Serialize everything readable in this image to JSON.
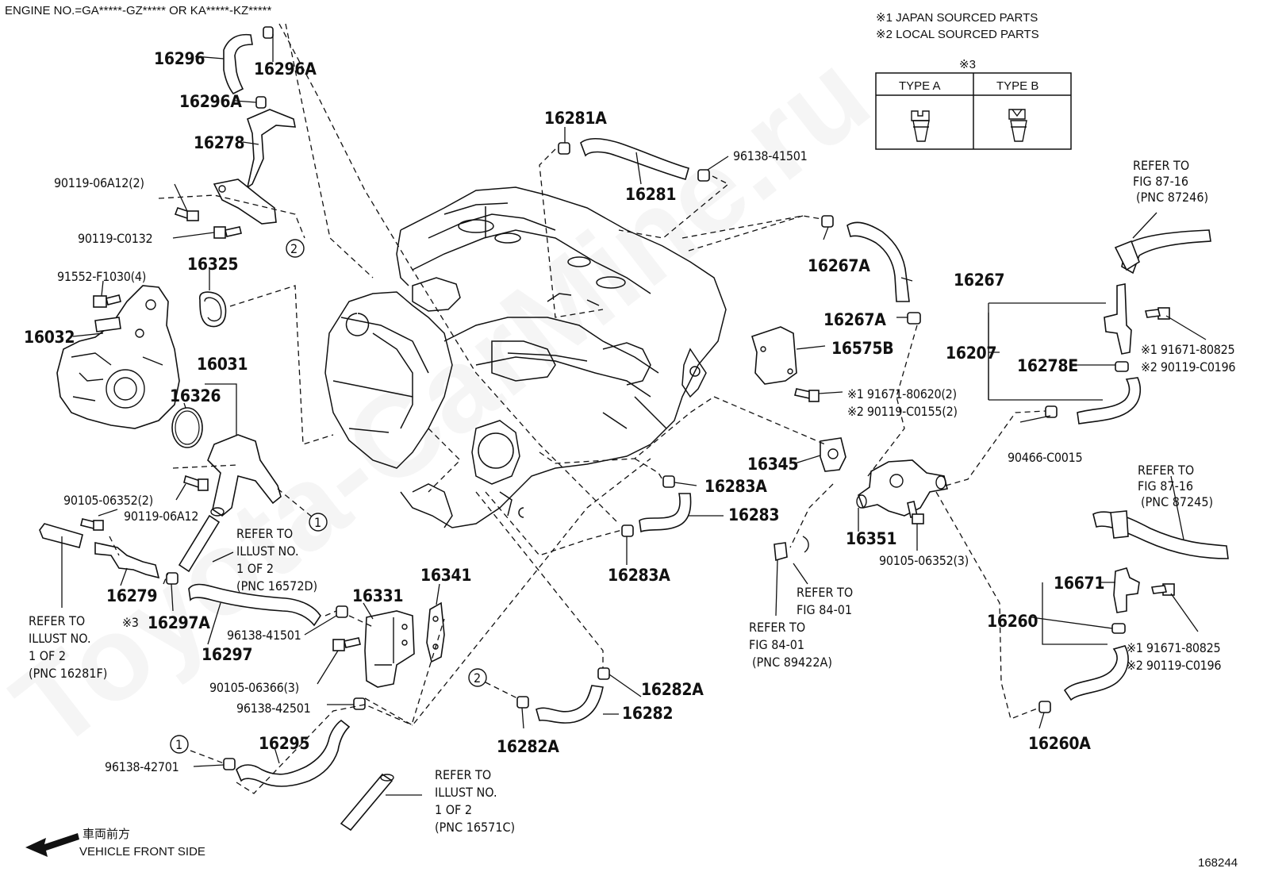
{
  "header": {
    "engine_no": "ENGINE NO.=GA*****-GZ***** OR KA*****-KZ*****",
    "note1": "※1  JAPAN SOURCED PARTS",
    "note2": "※2  LOCAL SOURCED PARTS"
  },
  "type_table": {
    "mark": "※3",
    "col_a": "TYPE A",
    "col_b": "TYPE B"
  },
  "watermark": "Toyota-CarMine.ru",
  "parts": {
    "p16296": "16296",
    "p16296A_1": "16296A",
    "p16296A_2": "16296A",
    "p16278": "16278",
    "p90119_06A12_2": "90119-06A12(2)",
    "p90119_C0132": "90119-C0132",
    "p16325": "16325",
    "p91552": "91552-F1030(4)",
    "p16032": "16032",
    "p16031": "16031",
    "p16326": "16326",
    "p90105_06352_2": "90105-06352(2)",
    "p90119_06A12": "90119-06A12",
    "p16279": "16279",
    "p16297A": "16297A",
    "p16297": "16297",
    "p96138_41501_a": "96138-41501",
    "p16331": "16331",
    "p90105_06366": "90105-06366(3)",
    "p96138_42501": "96138-42501",
    "p16295": "16295",
    "p96138_42701": "96138-42701",
    "p16341": "16341",
    "p16282A_1": "16282A",
    "p16282": "16282",
    "p16282A_2": "16282A",
    "p16281A": "16281A",
    "p16281": "16281",
    "p96138_41501_b": "96138-41501",
    "p16267A_1": "16267A",
    "p16267": "16267",
    "p16267A_2": "16267A",
    "p16575B": "16575B",
    "p91671_80620": "※1 91671-80620(2)",
    "p90119_C0155": "※2 90119-C0155(2)",
    "p16345": "16345",
    "p16283A_1": "16283A",
    "p16283": "16283",
    "p16283A_2": "16283A",
    "p16351": "16351",
    "p90105_06352_3": "90105-06352(3)",
    "p16207": "16207",
    "p16278E": "16278E",
    "p91671_80825_a": "※1 91671-80825",
    "p90119_C0196_a": "※2 90119-C0196",
    "p90466": "90466-C0015",
    "p16671": "16671",
    "p16260": "16260",
    "p91671_80825_b": "※1 91671-80825",
    "p90119_C0196_b": "※2 90119-C0196",
    "p16260A": "16260A",
    "mark3": "※3"
  },
  "refs": {
    "r_87246_1": "REFER TO",
    "r_87246_2": "FIG 87-16",
    "r_87246_3": "(PNC 87246)",
    "r_87245_1": "REFER TO",
    "r_87245_2": "FIG 87-16",
    "r_87245_3": "(PNC 87245)",
    "r_16572_1": "REFER TO",
    "r_16572_2": "ILLUST NO.",
    "r_16572_3": "1 OF 2",
    "r_16572_4": "(PNC 16572D)",
    "r_16281F_1": "REFER TO",
    "r_16281F_2": "ILLUST NO.",
    "r_16281F_3": "1 OF 2",
    "r_16281F_4": "(PNC 16281F)",
    "r_16571_1": "REFER TO",
    "r_16571_2": "ILLUST NO.",
    "r_16571_3": "1 OF 2",
    "r_16571_4": "(PNC 16571C)",
    "r_8401a_1": "REFER TO",
    "r_8401a_2": "FIG 84-01",
    "r_8401b_1": "REFER TO",
    "r_8401b_2": "FIG 84-01",
    "r_8401b_3": "(PNC 89422A)"
  },
  "callouts": {
    "c1a": "1",
    "c1b": "1",
    "c2a": "2",
    "c2b": "2"
  },
  "footer": {
    "direction_jp": "車両前方",
    "direction_en": "VEHICLE FRONT SIDE",
    "illust_no": "168244"
  }
}
